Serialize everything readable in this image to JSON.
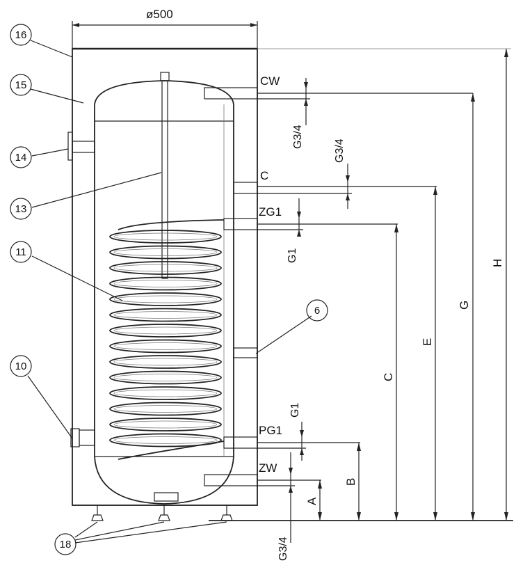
{
  "diameter_label": "ø500",
  "connections": {
    "cw": "CW",
    "c": "C",
    "zg1": "ZG1",
    "pg1": "PG1",
    "zw": "ZW"
  },
  "thread_labels": {
    "cw_thread": "G3/4",
    "c_thread": "G3/4",
    "zg1_thread": "G1",
    "pg1_thread": "G1",
    "zw_thread": "G3/4"
  },
  "dimensions": {
    "a": "A",
    "b": "B",
    "c": "C",
    "e": "E",
    "g": "G",
    "h": "H"
  },
  "callouts": {
    "c16": "16",
    "c15": "15",
    "c14": "14",
    "c13": "13",
    "c11": "11",
    "c10": "10",
    "c6": "6",
    "c18": "18"
  }
}
